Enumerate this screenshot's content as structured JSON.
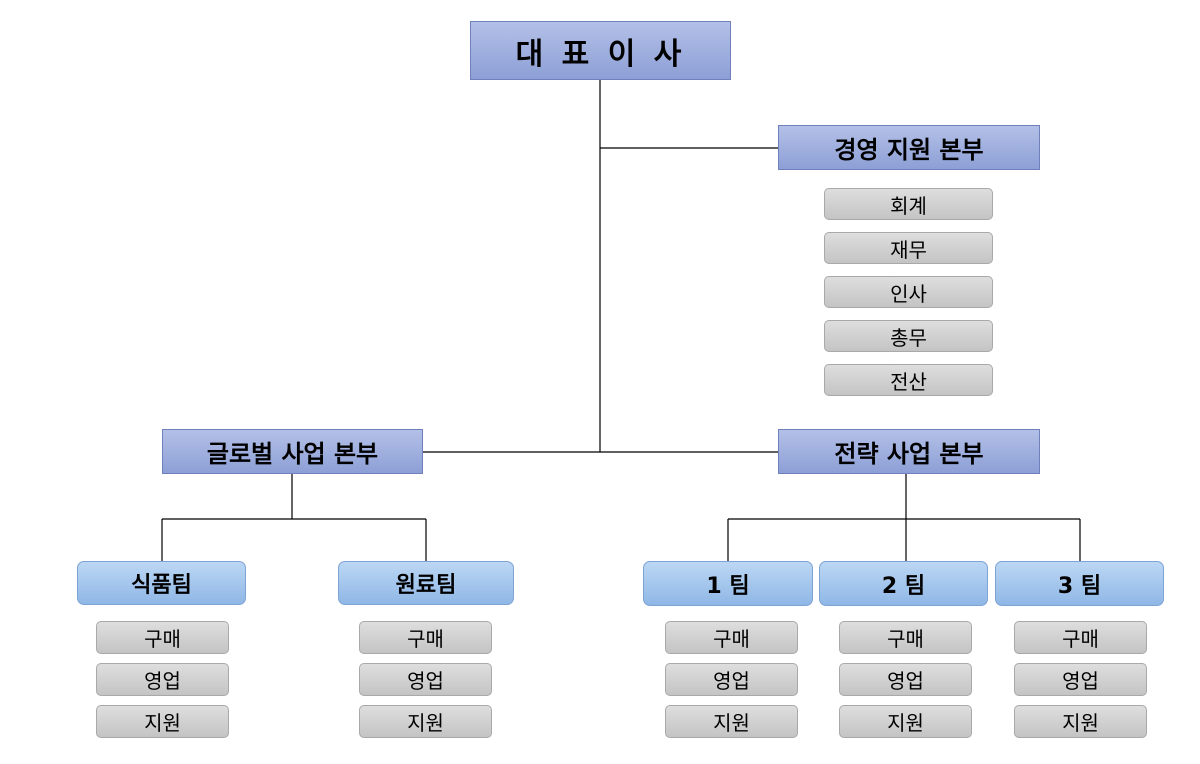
{
  "ceo": "대 표 이 사",
  "divisions": {
    "management": "경영 지원 본부",
    "global": "글로벌 사업 본부",
    "strategy": "전략 사업 본부"
  },
  "management_units": [
    "회계",
    "재무",
    "인사",
    "총무",
    "전산"
  ],
  "teams": {
    "food": "식품팀",
    "raw": "원료팀",
    "t1": "1 팀",
    "t2": "2 팀",
    "t3": "3 팀"
  },
  "team_units": [
    "구매",
    "영업",
    "지원"
  ],
  "colors": {
    "executive": "#9fb0e0",
    "team": "#a9c8ef",
    "unit": "#d3d3d3",
    "line": "#000000"
  }
}
